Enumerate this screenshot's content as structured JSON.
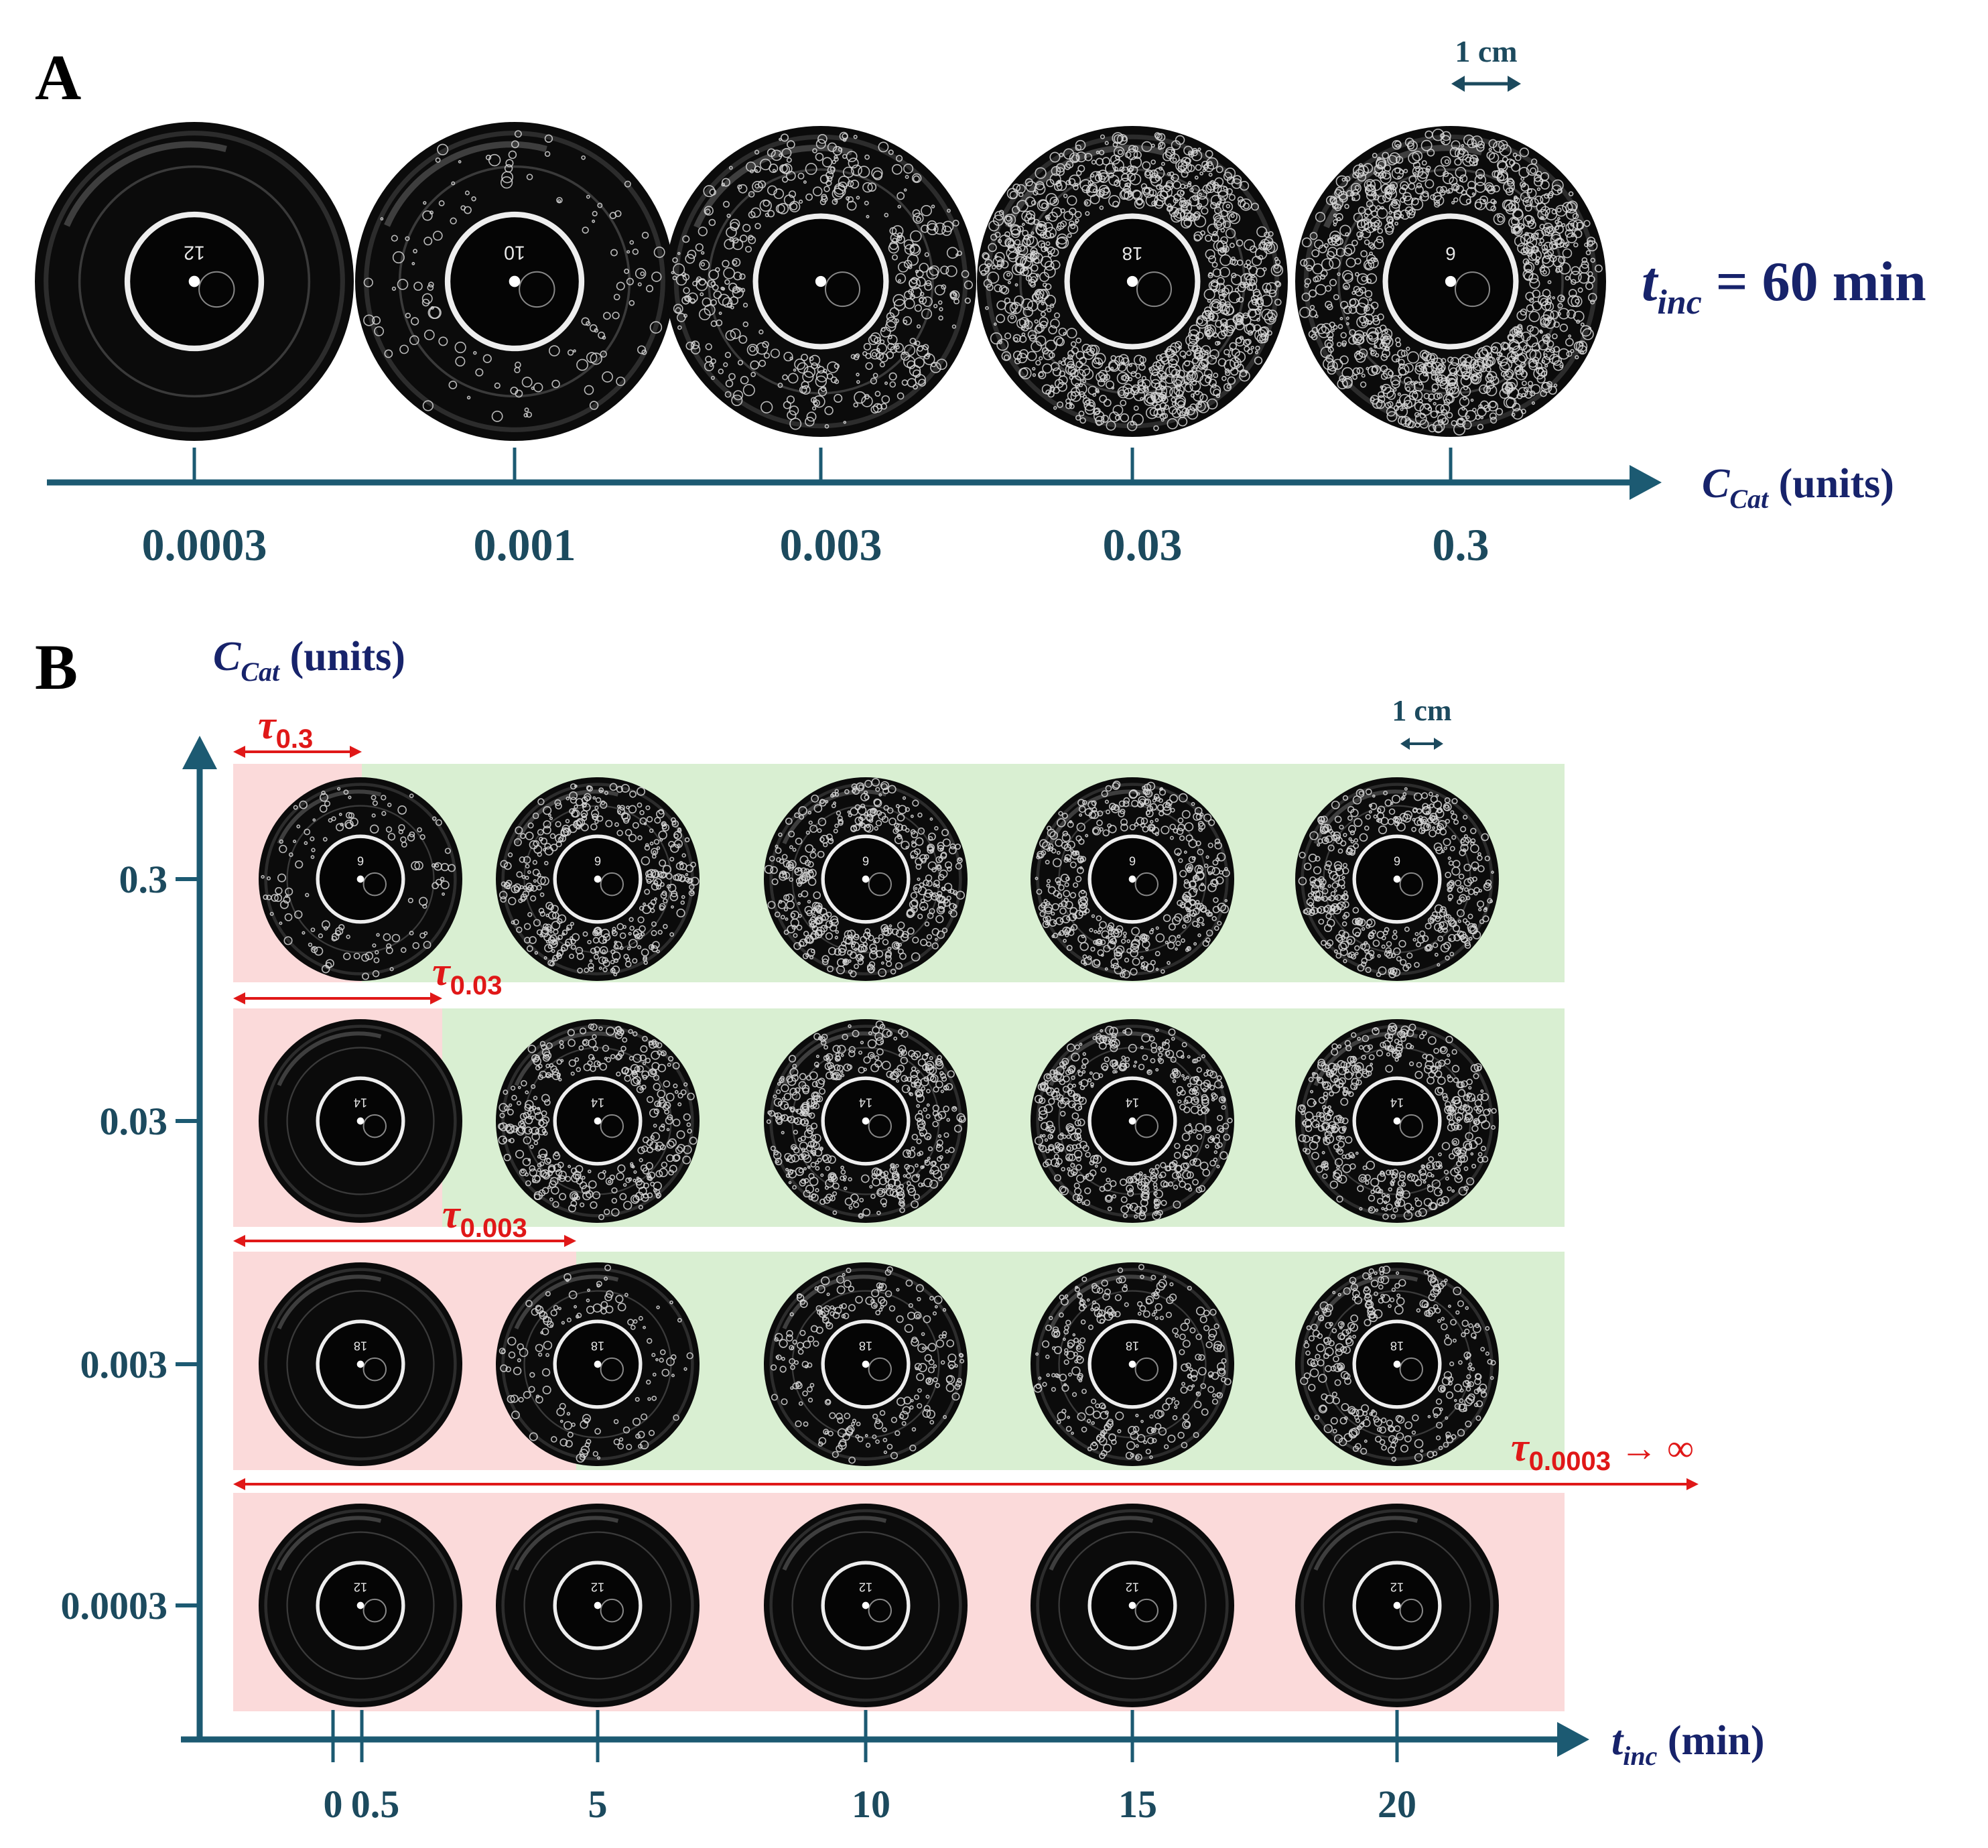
{
  "panel_a": {
    "label": "A",
    "scale_bar_label": "1 cm",
    "condition": {
      "t": "t",
      "sub": "inc",
      "rest": " = 60 min"
    },
    "axis": {
      "c": "C",
      "sub": "Cat",
      "unit": " (units)"
    },
    "concentrations": [
      "0.0003",
      "0.001",
      "0.003",
      "0.03",
      "0.3"
    ],
    "dish_labels": [
      "12",
      "10",
      "",
      "18",
      "6"
    ],
    "bubble_density": [
      0.0,
      0.12,
      0.45,
      1.0,
      1.0
    ]
  },
  "panel_b": {
    "label": "B",
    "scale_bar_label": "1 cm",
    "y_axis": {
      "c": "C",
      "sub": "Cat",
      "unit": " (units)"
    },
    "x_axis": {
      "t": "t",
      "sub": "inc",
      "unit": " (min)"
    },
    "y_ticks": [
      "0.3",
      "0.03",
      "0.003",
      "0.0003"
    ],
    "x_ticks": [
      "0",
      "0.5",
      "5",
      "10",
      "15",
      "20"
    ],
    "tau": [
      {
        "sym": "τ",
        "sub": "0.3",
        "tail": ""
      },
      {
        "sym": "τ",
        "sub": "0.03",
        "tail": ""
      },
      {
        "sym": "τ",
        "sub": "0.003",
        "tail": ""
      },
      {
        "sym": "τ",
        "sub": "0.0003",
        "tail": " → ∞"
      }
    ],
    "grid": [
      {
        "concentration": "0.3",
        "dish_label": "6",
        "bubble_density": [
          0.3,
          0.9,
          1.0,
          1.0,
          1.0
        ]
      },
      {
        "concentration": "0.03",
        "dish_label": "14",
        "bubble_density": [
          0.0,
          0.85,
          1.0,
          1.0,
          1.0
        ]
      },
      {
        "concentration": "0.003",
        "dish_label": "18",
        "bubble_density": [
          0.0,
          0.3,
          0.5,
          0.6,
          0.7
        ]
      },
      {
        "concentration": "0.0003",
        "dish_label": "12",
        "bubble_density": [
          0.0,
          0.0,
          0.0,
          0.0,
          0.0
        ]
      }
    ]
  },
  "colors": {
    "axis": "#1c5a72",
    "text_dark": "#1c4a5e",
    "navy": "#17236b",
    "red": "#e01818",
    "pink": "#fbdada",
    "green": "#d9efd2"
  }
}
